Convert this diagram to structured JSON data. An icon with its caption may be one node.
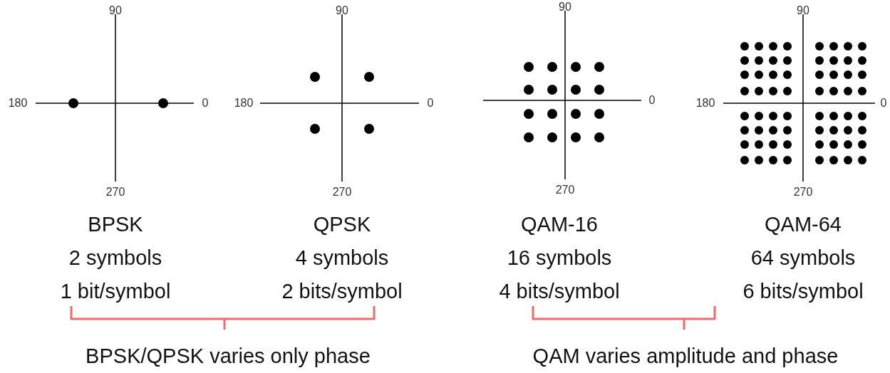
{
  "diagram": {
    "labels": [
      "90",
      "180",
      "0",
      "270",
      "90",
      "180",
      "0",
      "270",
      "90",
      "0",
      "270",
      "90",
      "180",
      "0",
      "270",
      "BPSK",
      "2 symbols",
      "1 bit/symbol",
      "QPSK",
      "4 symbols",
      "2 bits/symbol",
      "QAM-16",
      "16 symbols",
      "4 bits/symbol",
      "QAM-64",
      "64 symbols",
      "6 bits/symbol",
      "BPSK/QPSK varies only phase",
      "QAM varies amplitude and phase"
    ]
  }
}
